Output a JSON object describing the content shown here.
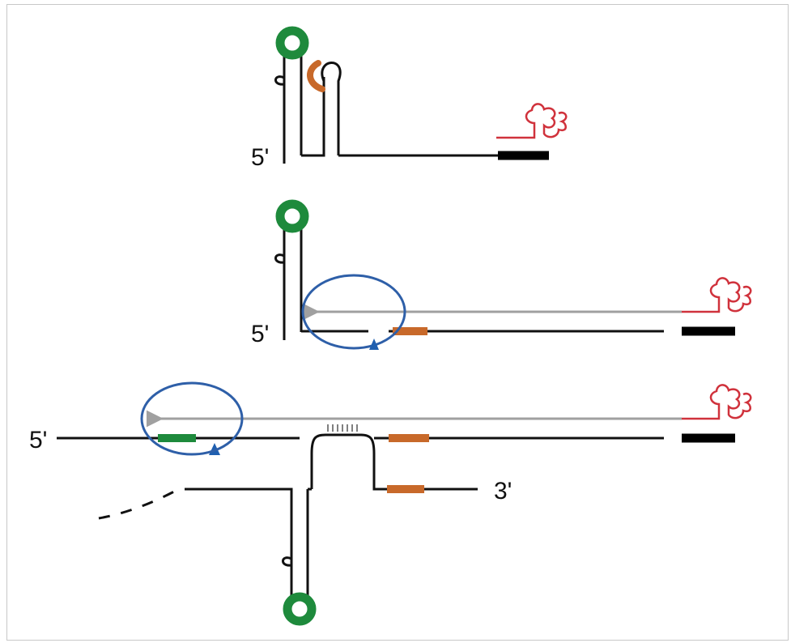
{
  "labels": {
    "panel1_five_prime": "5'",
    "panel2_five_prime": "5'",
    "panel3_five_prime": "5'",
    "panel3_three_prime": "3'"
  },
  "colors": {
    "strand": "#111111",
    "loop_green": "#1e8a3c",
    "site_orange": "#c8692a",
    "trna_red": "#d0323c",
    "arrow_gray": "#a0a0a0",
    "circle_blue": "#2e5fa8",
    "cut_marker": "#1f5fb0",
    "primer_black": "#000000"
  }
}
